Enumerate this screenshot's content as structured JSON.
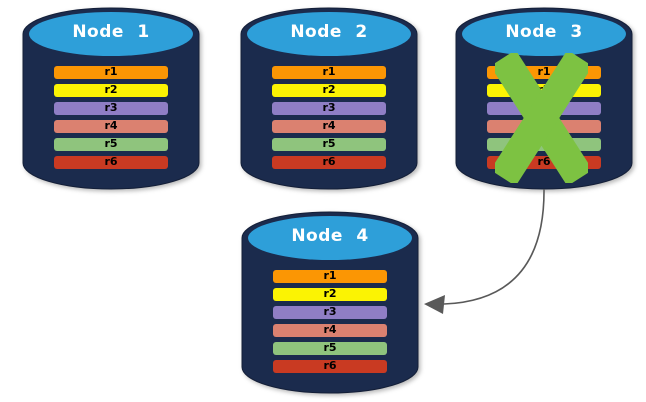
{
  "nodes": [
    {
      "name": "Node 1",
      "records": [
        "r1",
        "r2",
        "r3",
        "r4",
        "r5",
        "r6"
      ]
    },
    {
      "name": "Node 2",
      "records": [
        "r1",
        "r2",
        "r3",
        "r4",
        "r5",
        "r6"
      ]
    },
    {
      "name": "Node 3",
      "records": [
        "r1",
        "r2",
        "r3",
        "r4",
        "r5",
        "r6"
      ],
      "failed": true
    },
    {
      "name": "Node 4",
      "records": [
        "r1",
        "r2",
        "r3",
        "r4",
        "r5",
        "r6"
      ]
    }
  ],
  "record_colors": [
    "#FB9604",
    "#FBF303",
    "#8F7EC5",
    "#DB8170",
    "#8FC47D",
    "#C93A22"
  ],
  "colors": {
    "cylinder_body": "#1B2B4D",
    "cylinder_top": "#2E9FD9",
    "cylinder_edge": "#141F38",
    "failure_x": "#7DC242",
    "arrow": "#595959",
    "record_text": "#000000",
    "node_title_text": "#FFFFFF"
  },
  "arrow": {
    "from": "Node 3",
    "to": "Node 4"
  }
}
